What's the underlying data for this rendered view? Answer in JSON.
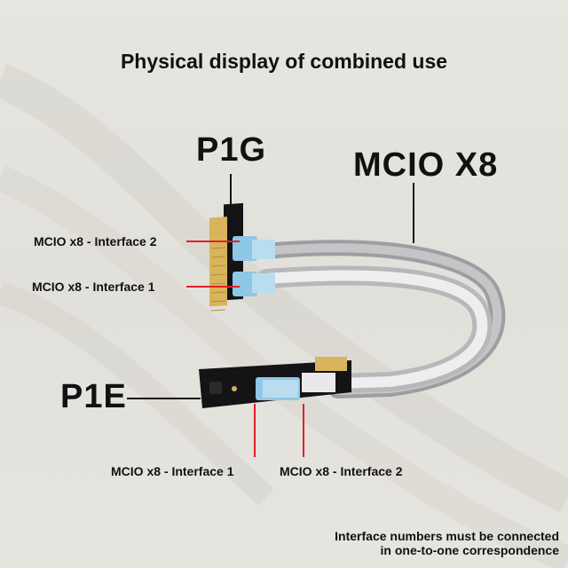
{
  "title": "Physical display of combined use",
  "labels": {
    "p1g": "P1G",
    "mcio_x8": "MCIO X8",
    "p1e": "P1E",
    "p1g_interface_2": "MCIO x8 - Interface 2",
    "p1g_interface_1": "MCIO x8 - Interface 1",
    "p1e_interface_1": "MCIO x8 - Interface 1",
    "p1e_interface_2": "MCIO x8 - Interface 2"
  },
  "note": {
    "line1": "Interface numbers must be connected",
    "line2": "in one-to-one correspondence"
  },
  "colors": {
    "pointer_red": "#e0202a",
    "cable": "#a9aaac",
    "connector_blue": "#8fc7e6",
    "pcb_black": "#141416",
    "gold": "#d8b45c"
  }
}
